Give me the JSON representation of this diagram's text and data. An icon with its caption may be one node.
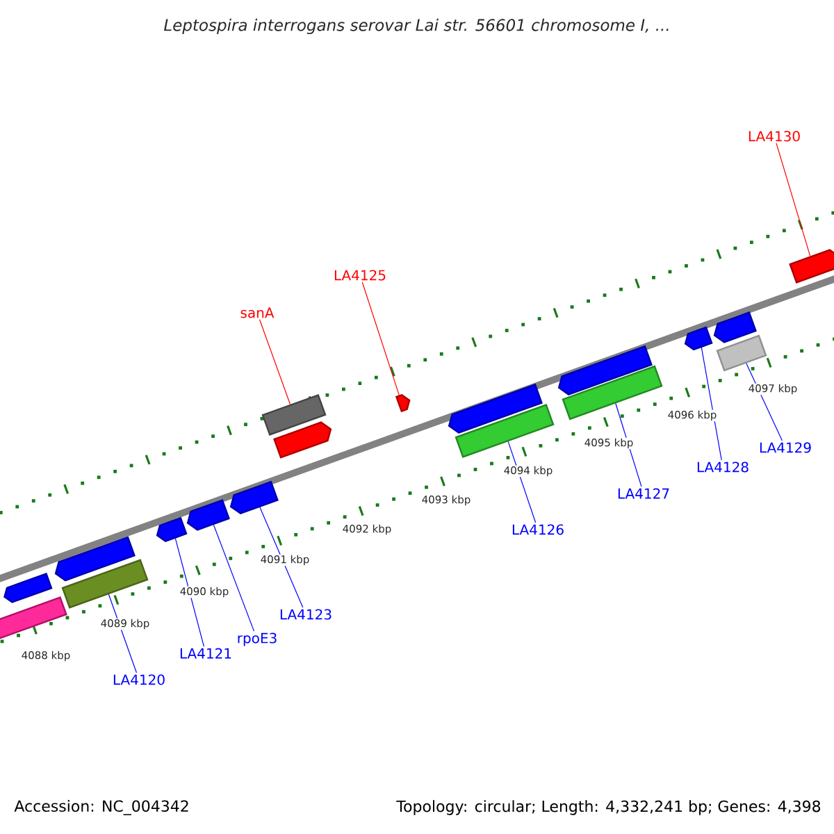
{
  "diagram": {
    "title": "Leptospira interrogans serovar Lai str. 56601 chromosome I, ...",
    "nodes": [
      {
        "text": [],
        "shape": "arrow"
      },
      {
        "text": [],
        "shape": "bar"
      },
      {
        "text": [],
        "shape": "arrow"
      },
      {
        "text": [],
        "shape": "bar"
      },
      {
        "text": [],
        "shape": "arrow"
      },
      {
        "text": [],
        "shape": "arrow"
      },
      {
        "text": [],
        "shape": "arrow"
      },
      {
        "text": [],
        "shape": "bar"
      },
      {
        "text": [],
        "shape": "arrow"
      },
      {
        "text": [],
        "shape": "arrow"
      },
      {
        "text": [],
        "shape": "arrow"
      },
      {
        "text": [],
        "shape": "bar"
      },
      {
        "text": [],
        "shape": "arrow"
      },
      {
        "text": [],
        "shape": "bar"
      },
      {
        "text": [],
        "shape": "arrow"
      },
      {
        "text": [],
        "shape": "arrow"
      },
      {
        "text": [],
        "shape": "bar"
      },
      {
        "text": [],
        "shape": "arrow"
      },
      {
        "text": [
          "LA4130"
        ]
      },
      {
        "text": [
          "LA4125"
        ]
      },
      {
        "text": [
          "sanA"
        ]
      },
      {
        "text": [
          "LA4129"
        ]
      },
      {
        "text": [
          "LA4128"
        ]
      },
      {
        "text": [
          "LA4127"
        ]
      },
      {
        "text": [
          "LA4126"
        ]
      },
      {
        "text": [
          "LA4123"
        ]
      },
      {
        "text": [
          "LA4121"
        ]
      },
      {
        "text": [
          "rpoE3"
        ]
      },
      {
        "text": [
          "LA4120"
        ]
      }
    ],
    "edges": [
      {
        "from": 18,
        "to": 17,
        "arrow": "none",
        "color": "#ff0000"
      },
      {
        "from": 19,
        "to": 9,
        "arrow": "none",
        "color": "#ff0000"
      },
      {
        "from": 20,
        "to": 7,
        "arrow": "none",
        "color": "#ff0000"
      },
      {
        "from": 21,
        "to": 16,
        "arrow": "none"
      },
      {
        "from": 22,
        "to": 14,
        "arrow": "none"
      },
      {
        "from": 23,
        "to": 13,
        "arrow": "none"
      },
      {
        "from": 24,
        "to": 11,
        "arrow": "none"
      },
      {
        "from": 25,
        "to": 6,
        "arrow": "none"
      },
      {
        "from": 26,
        "to": 4,
        "arrow": "none"
      },
      {
        "from": 27,
        "to": 5,
        "arrow": "none"
      },
      {
        "from": 28,
        "to": 3,
        "arrow": "none"
      }
    ],
    "labels": [
      "4097 kbp",
      "4096 kbp",
      "4095 kbp",
      "4094 kbp",
      "4093 kbp",
      "4092 kbp",
      "4091 kbp",
      "4090 kbp",
      "4089 kbp",
      "4088 kbp",
      "Accession: NC_004342",
      "Topology: circular; Length: 4,332,241 bp; Genes: 4,398"
    ]
  }
}
